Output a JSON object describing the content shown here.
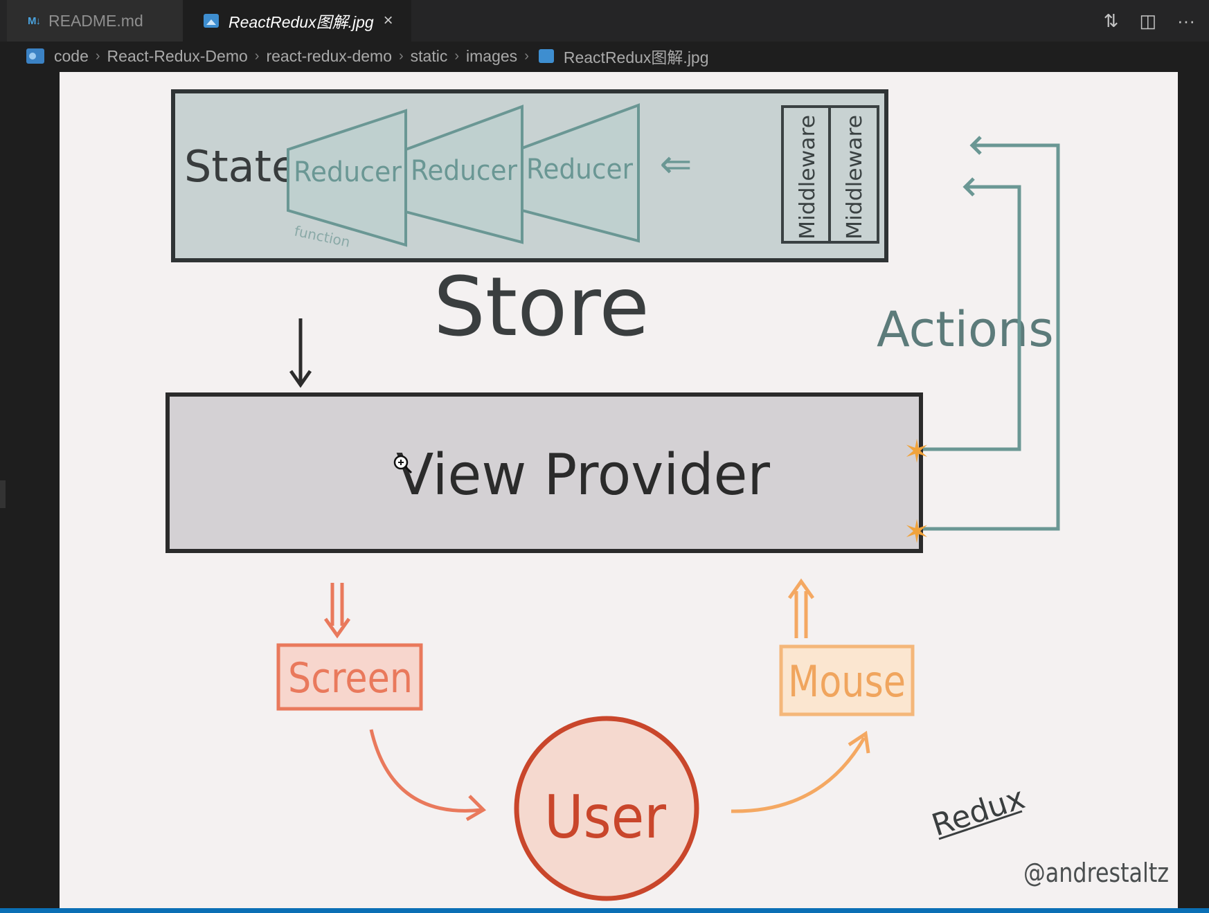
{
  "tabs": [
    {
      "badge": "M↓",
      "label": "README.md"
    },
    {
      "label": "ReactRedux图解.jpg",
      "close": "×"
    }
  ],
  "tab_actions": {
    "compare": "⇅",
    "split": "◫",
    "more": "···"
  },
  "breadcrumb": [
    "code",
    "React-Redux-Demo",
    "react-redux-demo",
    "static",
    "images",
    "ReactRedux图解.jpg"
  ],
  "diagram": {
    "state": "State",
    "reducers": [
      "Reducer",
      "Reducer",
      "Reducer"
    ],
    "fn_note": "function",
    "middleware": [
      "Middleware",
      "Middleware"
    ],
    "store": "Store",
    "actions": "Actions",
    "view_provider": "View Provider",
    "screen": "Screen",
    "mouse": "Mouse",
    "user": "User",
    "redux": "Redux",
    "author": "@andrestaltz"
  },
  "icons": {
    "zoom_cursor": "zoom-in-icon"
  }
}
